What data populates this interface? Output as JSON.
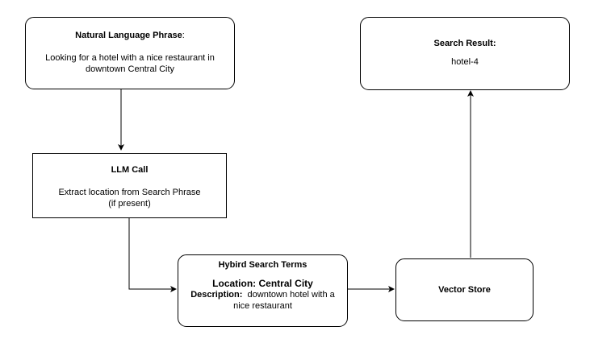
{
  "nodes": {
    "phrase": {
      "title": "Natural Language Phrase",
      "title_suffix": ":",
      "line1": "Looking for a hotel with a nice restaurant in",
      "line2": "downtown Central City"
    },
    "llm": {
      "title": "LLM Call",
      "line1": "Extract location from Search Phrase",
      "line2": "(if present)"
    },
    "hybrid": {
      "title": "Hybird Search Terms",
      "location": "Location: Central City",
      "description_label": "Description:",
      "description_value": "  downtown hotel with a",
      "description_value_2": "nice restaurant"
    },
    "vector": {
      "title": "Vector Store"
    },
    "result": {
      "title": "Search Result:",
      "value": "hotel-4"
    }
  }
}
